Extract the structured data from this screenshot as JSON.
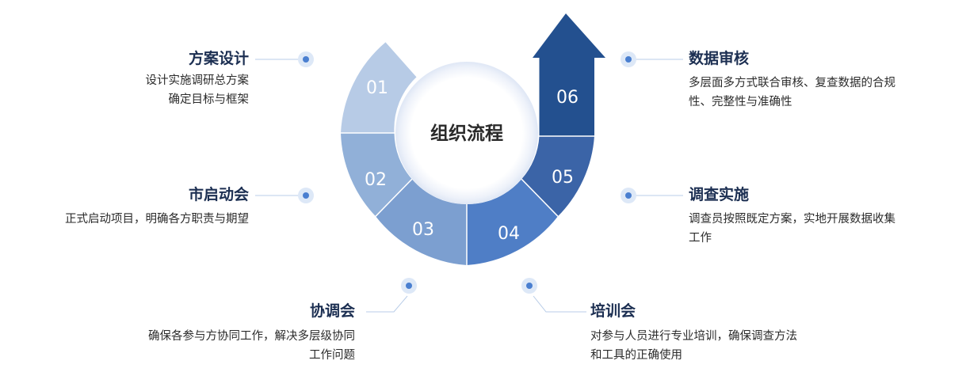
{
  "center_title": "组织流程",
  "colors": {
    "seg01": "#b7cbe6",
    "seg02": "#91b0d8",
    "seg03": "#7c9fd0",
    "seg04": "#4f7ec6",
    "seg05": "#3b64a7",
    "seg06": "#23508f",
    "title": "#1c2f52",
    "dot": "#4a7fd0",
    "dot_halo": "#dde8f7",
    "line": "#b9cde8"
  },
  "steps": [
    {
      "num": "01",
      "title": "方案设计",
      "desc": [
        "设计实施调研总方案",
        "确定目标与框架"
      ]
    },
    {
      "num": "02",
      "title": "市启动会",
      "desc": [
        "正式启动项目，明确各方职责与期望"
      ]
    },
    {
      "num": "03",
      "title": "协调会",
      "desc": [
        "确保各参与方协同工作，解决多层级协同",
        "工作问题"
      ]
    },
    {
      "num": "04",
      "title": "培训会",
      "desc": [
        "对参与人员进行专业培训，确保调查方法",
        "和工具的正确使用"
      ]
    },
    {
      "num": "05",
      "title": "调查实施",
      "desc": [
        "调查员按照既定方案，实地开展数据收集",
        "工作"
      ]
    },
    {
      "num": "06",
      "title": "数据审核",
      "desc": [
        "多层面多方式联合审核、复查数据的合规",
        "性、完整性与准确性"
      ]
    }
  ]
}
